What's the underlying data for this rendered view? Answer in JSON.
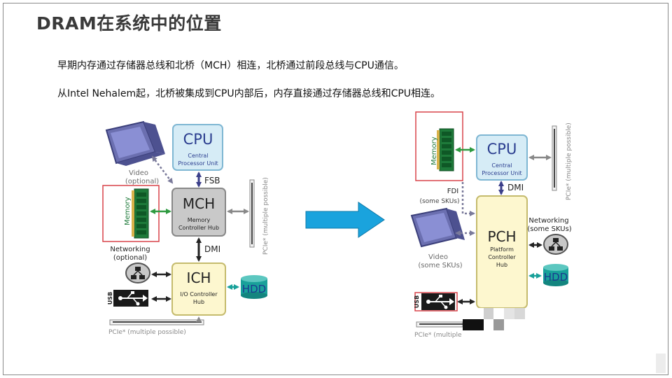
{
  "title": "DRAM在系统中的位置",
  "lines": [
    "早期内存通过存储器总线和北桥（MCH）相连，北桥通过前段总线与CPU通信。",
    "从Intel Nehalem起，北桥被集成到CPU内部后，内存直接通过存储器总线和CPU相连。"
  ],
  "left": {
    "cpu": {
      "title": "CPU",
      "sub1": "Central",
      "sub2": "Processor Unit"
    },
    "fsb": "FSB",
    "mch": {
      "title": "MCH",
      "sub1": "Memory",
      "sub2": "Controller Hub"
    },
    "dmi": "DMI",
    "ich": {
      "title": "ICH",
      "sub1": "I/O Controller",
      "sub2": "Hub"
    },
    "hdd": "HDD",
    "memory": "Memory",
    "video1": "Video",
    "video2": "(optional)",
    "net1": "Networking",
    "net2": "(optional)",
    "usb": "USB",
    "pcie_right": "PCIe* (multiple possible)",
    "pcie_bottom": "PCIe* (multiple possible)"
  },
  "right": {
    "cpu": {
      "title": "CPU",
      "sub1": "Central",
      "sub2": "Processor Unit"
    },
    "dmi": "DMI",
    "fdi1": "FDI",
    "fdi2": "(some SKUs)",
    "pch": {
      "title": "PCH",
      "sub1": "Platform",
      "sub2": "Controller",
      "sub3": "Hub"
    },
    "hdd": "HDD",
    "memory": "Memory",
    "video1": "Video",
    "video2": "(some SKUs)",
    "net1": "Networking",
    "net2": "(some SKUs)",
    "usb": "USB",
    "pcie_right": "PCIe* (multiple possible)",
    "pcie_bottom": "PCIe* (multiple"
  },
  "colors": {
    "cpu_fill": "#d6ecf6",
    "mch_fill": "#c9c9c9",
    "ich_fill": "#fdf7cf",
    "hdd_fill": "#19a19a",
    "memory_fill": "#1e7a3a",
    "arrow_blue": "#1aa3dd",
    "text_blue": "#2a3d8f"
  }
}
